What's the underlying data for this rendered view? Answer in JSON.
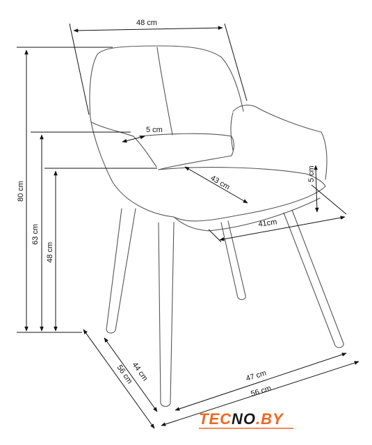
{
  "dimensions": {
    "seat_width_top": "48 cm",
    "total_height": "80 cm",
    "armrest_height": "63 cm",
    "seat_height": "48 cm",
    "armrest_width": "5 cm",
    "seat_depth": "43 cm",
    "armrest_thickness": "5 cm",
    "seat_front_width": "41cm",
    "depth_inner": "44 cm",
    "depth_outer": "56 cm",
    "width_inner": "47 cm",
    "width_outer": "56 cm"
  },
  "brand": {
    "part1": "TEC",
    "part2": "NO",
    "part3": ".BY",
    "color_primary": "#f26522",
    "color_secondary": "#1a1a1a"
  },
  "colors": {
    "outline": "#555555",
    "dimension": "#111111"
  }
}
